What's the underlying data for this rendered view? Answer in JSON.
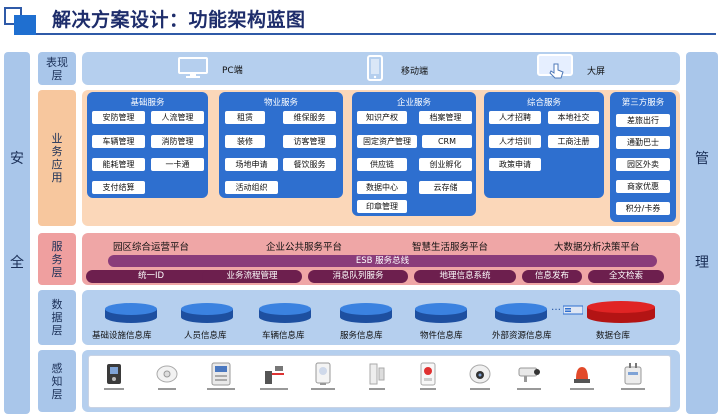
{
  "title": "解决方案设计：功能架构蓝图",
  "side_left": [
    "安",
    "全"
  ],
  "side_right": [
    "管",
    "理"
  ],
  "layers": {
    "presentation": "表现层",
    "business": "业务应用",
    "service": "服务层",
    "data": "数据层",
    "sensing": "感知层"
  },
  "presentation": {
    "pc": "PC端",
    "mobile": "移动端",
    "screen": "大屏"
  },
  "business_groups": [
    {
      "title": "基础服务",
      "items": [
        "安防管理",
        "人流管理",
        "车辆管理",
        "消防管理",
        "能耗管理",
        "一卡通",
        "支付结算"
      ]
    },
    {
      "title": "物业服务",
      "items": [
        "租赁",
        "维保服务",
        "装修",
        "访客管理",
        "场地申请",
        "餐饮服务",
        "活动组织"
      ]
    },
    {
      "title": "企业服务",
      "items": [
        "知识产权",
        "档案管理",
        "固定资产管理",
        "CRM",
        "供应链",
        "创业孵化",
        "数据中心",
        "云存储",
        "印章管理"
      ]
    },
    {
      "title": "综合服务",
      "items": [
        "人才招聘",
        "本地社交",
        "人才培训",
        "工商注册",
        "政策申请"
      ]
    },
    {
      "title": "第三方服务",
      "items": [
        "差旅出行",
        "通勤巴士",
        "园区外卖",
        "商家优惠",
        "积分/卡券"
      ]
    }
  ],
  "service": {
    "platforms": [
      "园区综合运营平台",
      "企业公共服务平台",
      "智慧生活服务平台",
      "大数据分析决策平台"
    ],
    "esb": "ESB 服务总线",
    "components": [
      "统一ID",
      "业务流程管理",
      "消息队列服务",
      "地理信息系统",
      "信息发布",
      "全文检索"
    ]
  },
  "data": {
    "databases": [
      "基础设施信息库",
      "人员信息库",
      "车辆信息库",
      "服务信息库",
      "物件信息库",
      "外部资源信息库"
    ],
    "ellipsis": "…",
    "warehouse": "数据仓库",
    "colors": {
      "disk": "#2e6fcf",
      "warehouse": "#e02424"
    }
  },
  "sensing": {
    "devices": [
      "device-1",
      "device-2",
      "device-3",
      "device-4",
      "device-5",
      "device-6",
      "device-7",
      "device-8",
      "device-9",
      "device-10",
      "device-11"
    ]
  }
}
